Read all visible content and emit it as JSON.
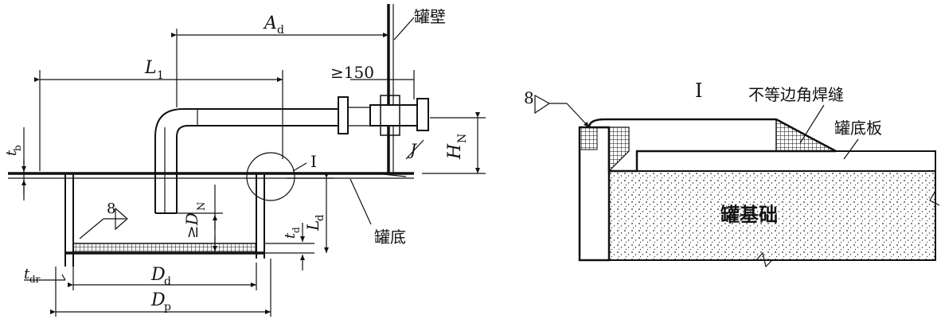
{
  "left_view": {
    "labels": {
      "tank_wall": "罐壁",
      "tank_bottom": "罐底",
      "dim_Ad": "A",
      "dim_Ad_sub": "d",
      "dim_L1": "L",
      "dim_L1_sub": "1",
      "dim_min150": "≥150",
      "dim_HN": "H",
      "dim_HN_sub": "N",
      "dim_J": "J",
      "dim_tb": "t",
      "dim_tb_sub": "b",
      "dim_DN": "≥D",
      "dim_DN_sub": "N",
      "dim_td": "t",
      "dim_td_sub": "d",
      "dim_Ld": "L",
      "dim_Ld_sub": "d",
      "dim_tdr": "t",
      "dim_tdr_sub": "dr",
      "dim_Dd": "D",
      "dim_Dd_sub": "d",
      "dim_Dp": "D",
      "dim_Dp_sub": "p",
      "weld_size": "8",
      "detail_ref": "I"
    }
  },
  "right_view": {
    "labels": {
      "detail_title": "I",
      "weld_size": "8",
      "unequal_fillet_weld": "不等边角焊缝",
      "tank_bottom_plate": "罐底板",
      "tank_foundation": "罐基础"
    }
  }
}
